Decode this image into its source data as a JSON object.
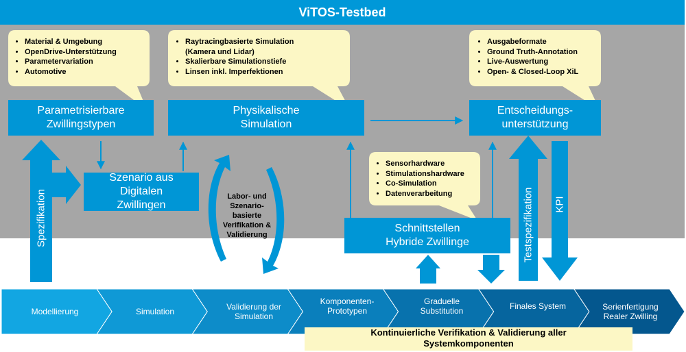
{
  "title": "ViTOS-Testbed",
  "bubbles": {
    "material": [
      "Material & Umgebung",
      "OpenDrive-Unterstützung",
      "Parametervariation",
      "Automotive"
    ],
    "raytracing": [
      "Raytracingbasierte Simulation",
      "(Kamera und Lidar)",
      "Skalierbare Simulationstiefe",
      "Linsen inkl. Imperfektionen"
    ],
    "ausgabe": [
      "Ausgabeformate",
      "Ground Truth-Annotation",
      "Live-Auswertung",
      "Open- & Closed-Loop XiL"
    ],
    "sensor": [
      "Sensorhardware",
      "Stimulationshardware",
      "Co-Simulation",
      "Datenverarbeitung"
    ]
  },
  "boxes": {
    "parametrisierbar": [
      "Parametrisierbare",
      "Zwillingstypen"
    ],
    "physikalisch": [
      "Physikalische",
      "Simulation"
    ],
    "entscheidung": [
      "Entscheidungs-",
      "unterstützung"
    ],
    "szenario": [
      "Szenario aus",
      "Digitalen",
      "Zwillingen"
    ],
    "schnittstellen": [
      "Schnittstellen",
      "Hybride Zwillinge"
    ]
  },
  "labels": {
    "spezifikation": "Spezifikation",
    "testspezifikation": "Testspezifikation",
    "kpi": "KPI",
    "labor": [
      "Labor- und",
      "Szenario-",
      "basierte",
      "Verifikation &",
      "Validierung"
    ]
  },
  "process": [
    [
      "Modellierung"
    ],
    [
      "Simulation"
    ],
    [
      "Validierung der",
      "Simulation"
    ],
    [
      "Komponenten-",
      "Prototypen"
    ],
    [
      "Graduelle",
      "Substitution"
    ],
    [
      "Finales System"
    ],
    [
      "Serienfertigung",
      "Realer Zwilling"
    ]
  ],
  "footer": [
    "Kontinuierliche Verifikation & Validierung aller",
    "Systemkomponenten"
  ],
  "colors": {
    "title_blue": "#0098d8",
    "box_blue": "#0096d6",
    "gray": "#a6a6a6",
    "bubble": "#fcf7c5",
    "process": [
      "#12a6e2",
      "#0f99d6",
      "#0d8cc9",
      "#0a7fbc",
      "#0872ad",
      "#06659e",
      "#04578e"
    ]
  }
}
